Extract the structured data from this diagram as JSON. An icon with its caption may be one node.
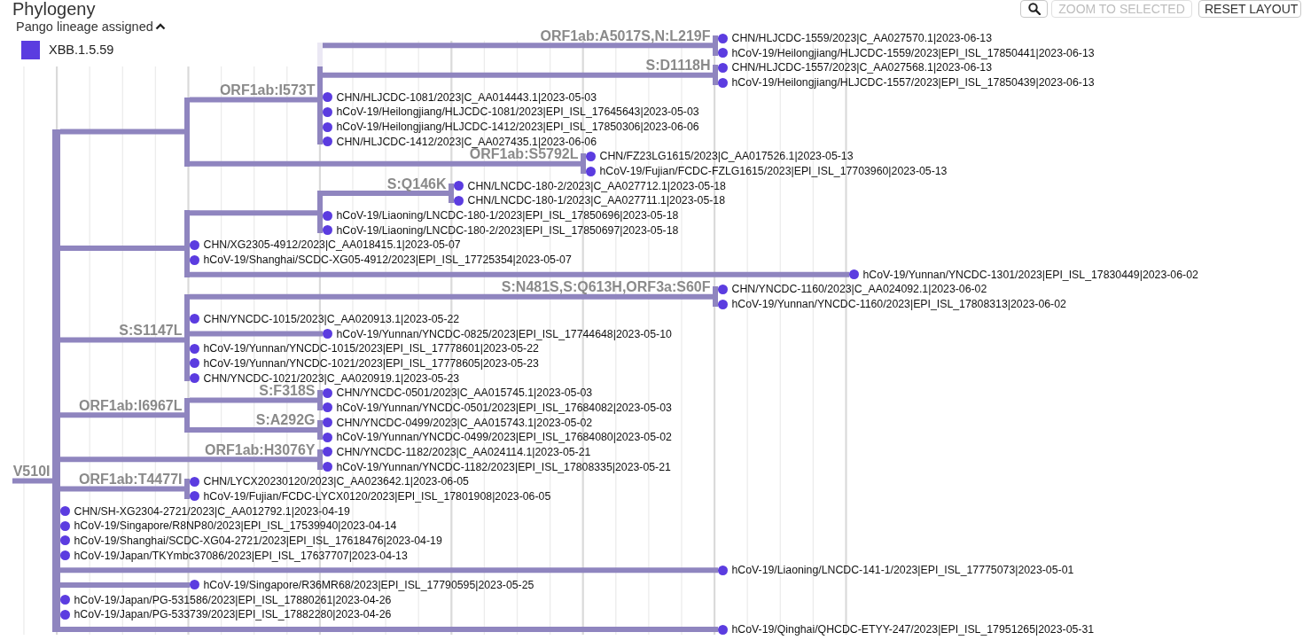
{
  "diagram": {
    "title": "Phylogeny",
    "nodes": [
      {
        "text": [],
        "shape": "bar"
      },
      {
        "text": [],
        "shape": "bar"
      },
      {
        "text": [],
        "shape": "bar"
      },
      {
        "text": [],
        "shape": "bar"
      },
      {
        "text": [
          "CHN/HLJCDC-1559/2023|C_AA027570.1|2023-06-13"
        ]
      },
      {
        "text": [
          "hCoV-19/Heilongjiang/HLJCDC-1559/2023|EPI_ISL_17850441|2023-06-13"
        ]
      },
      {
        "text": [],
        "shape": "bar"
      },
      {
        "text": [
          "CHN/HLJCDC-1557/2023|C_AA027568.1|2023-06-13"
        ]
      },
      {
        "text": [
          "hCoV-19/Heilongjiang/HLJCDC-1557/2023|EPI_ISL_17850439|2023-06-13"
        ]
      },
      {
        "text": [
          "CHN/HLJCDC-1081/2023|C_AA014443.1|2023-05-03"
        ]
      },
      {
        "text": [
          "hCoV-19/Heilongjiang/HLJCDC-1081/2023|EPI_ISL_17645643|2023-05-03"
        ]
      },
      {
        "text": [
          "hCoV-19/Heilongjiang/HLJCDC-1412/2023|EPI_ISL_17850306|2023-06-06"
        ]
      },
      {
        "text": [
          "CHN/HLJCDC-1412/2023|C_AA027435.1|2023-06-06"
        ]
      },
      {
        "text": [],
        "shape": "bar"
      },
      {
        "text": [
          "CHN/FZ23LG1615/2023|C_AA017526.1|2023-05-13"
        ]
      },
      {
        "text": [
          "hCoV-19/Fujian/FCDC-FZLG1615/2023|EPI_ISL_17703960|2023-05-13"
        ]
      },
      {
        "text": [],
        "shape": "bar"
      },
      {
        "text": [],
        "shape": "bar"
      },
      {
        "text": [],
        "shape": "bar"
      },
      {
        "text": [
          "CHN/LNCDC-180-2/2023|C_AA027712.1|2023-05-18"
        ]
      },
      {
        "text": [
          "CHN/LNCDC-180-1/2023|C_AA027711.1|2023-05-18"
        ]
      },
      {
        "text": [
          "hCoV-19/Liaoning/LNCDC-180-1/2023|EPI_ISL_17850696|2023-05-18"
        ]
      },
      {
        "text": [
          "hCoV-19/Liaoning/LNCDC-180-2/2023|EPI_ISL_17850697|2023-05-18"
        ]
      },
      {
        "text": [
          "CHN/XG2305-4912/2023|C_AA018415.1|2023-05-07"
        ]
      },
      {
        "text": [
          "hCoV-19/Shanghai/SCDC-XG05-4912/2023|EPI_ISL_17725354|2023-05-07"
        ]
      },
      {
        "text": [
          "hCoV-19/Yunnan/YNCDC-1301/2023|EPI_ISL_17830449|2023-06-02"
        ]
      },
      {
        "text": [],
        "shape": "bar"
      },
      {
        "text": [],
        "shape": "bar"
      },
      {
        "text": [
          "CHN/YNCDC-1160/2023|C_AA024092.1|2023-06-02"
        ]
      },
      {
        "text": [
          "hCoV-19/Yunnan/YNCDC-1160/2023|EPI_ISL_17808313|2023-06-02"
        ]
      },
      {
        "text": [
          "CHN/YNCDC-1015/2023|C_AA020913.1|2023-05-22"
        ]
      },
      {
        "text": [
          "hCoV-19/Yunnan/YNCDC-0825/2023|EPI_ISL_17744648|2023-05-10"
        ]
      },
      {
        "text": [
          "hCoV-19/Yunnan/YNCDC-1015/2023|EPI_ISL_17778601|2023-05-22"
        ]
      },
      {
        "text": [
          "hCoV-19/Yunnan/YNCDC-1021/2023|EPI_ISL_17778605|2023-05-23"
        ]
      },
      {
        "text": [
          "CHN/YNCDC-1021/2023|C_AA020919.1|2023-05-23"
        ]
      },
      {
        "text": [],
        "shape": "bar"
      },
      {
        "text": [],
        "shape": "bar"
      },
      {
        "text": [
          "CHN/YNCDC-0501/2023|C_AA015745.1|2023-05-03"
        ]
      },
      {
        "text": [
          "hCoV-19/Yunnan/YNCDC-0501/2023|EPI_ISL_17684082|2023-05-03"
        ]
      },
      {
        "text": [],
        "shape": "bar"
      },
      {
        "text": [
          "CHN/YNCDC-0499/2023|C_AA015743.1|2023-05-02"
        ]
      },
      {
        "text": [
          "hCoV-19/Yunnan/YNCDC-0499/2023|EPI_ISL_17684080|2023-05-02"
        ]
      },
      {
        "text": [],
        "shape": "bar"
      },
      {
        "text": [
          "CHN/YNCDC-1182/2023|C_AA024114.1|2023-05-21"
        ]
      },
      {
        "text": [
          "hCoV-19/Yunnan/YNCDC-1182/2023|EPI_ISL_17808335|2023-05-21"
        ]
      },
      {
        "text": [],
        "shape": "bar"
      },
      {
        "text": [
          "CHN/LYCX20230120/2023|C_AA023642.1|2023-06-05"
        ]
      },
      {
        "text": [
          "hCoV-19/Fujian/FCDC-LYCX0120/2023|EPI_ISL_17801908|2023-06-05"
        ]
      },
      {
        "text": [
          "CHN/SH-XG2304-2721/2023|C_AA012792.1|2023-04-19"
        ]
      },
      {
        "text": [
          "hCoV-19/Singapore/R8NP80/2023|EPI_ISL_17539940|2023-04-14"
        ]
      },
      {
        "text": [
          "hCoV-19/Shanghai/SCDC-XG04-2721/2023|EPI_ISL_17618476|2023-04-19"
        ]
      },
      {
        "text": [
          "hCoV-19/Japan/TKYmbc37086/2023|EPI_ISL_17637707|2023-04-13"
        ]
      },
      {
        "text": [
          "hCoV-19/Liaoning/LNCDC-141-1/2023|EPI_ISL_17775073|2023-05-01"
        ]
      },
      {
        "text": [
          "hCoV-19/Singapore/R36MR68/2023|EPI_ISL_17790595|2023-05-25"
        ]
      },
      {
        "text": [
          "hCoV-19/Japan/PG-531586/2023|EPI_ISL_17880261|2023-04-26"
        ]
      },
      {
        "text": [
          "hCoV-19/Japan/PG-533739/2023|EPI_ISL_17882280|2023-04-26"
        ]
      },
      {
        "text": [
          "hCoV-19/Qinghai/QHCDC-ETYY-247/2023|EPI_ISL_17951265|2023-05-31"
        ]
      }
    ],
    "edges": [
      {
        "from": null,
        "to": 0,
        "arrow": "none",
        "label": "V510I"
      },
      {
        "from": 0,
        "to": 1,
        "arrow": "none"
      },
      {
        "from": 1,
        "to": 2,
        "arrow": "none",
        "label": "ORF1ab:I573T"
      },
      {
        "from": 2,
        "to": 3,
        "arrow": "none",
        "label": "ORF1ab:A5017S,N:L219F"
      },
      {
        "from": 2,
        "to": 6,
        "arrow": "none",
        "label": "S:D1118H"
      },
      {
        "from": 1,
        "to": 13,
        "arrow": "none",
        "label": "ORF1ab:S5792L"
      },
      {
        "from": 0,
        "to": 16,
        "arrow": "none"
      },
      {
        "from": 16,
        "to": 17,
        "arrow": "none"
      },
      {
        "from": 17,
        "to": 18,
        "arrow": "none",
        "label": "S:Q146K"
      },
      {
        "from": 16,
        "to": 25,
        "arrow": "none"
      },
      {
        "from": 0,
        "to": 26,
        "arrow": "none",
        "label": "S:S1147L"
      },
      {
        "from": 26,
        "to": 27,
        "arrow": "none",
        "label": "S:N481S,S:Q613H,ORF3a:S60F"
      },
      {
        "from": 26,
        "to": 31,
        "arrow": "none"
      },
      {
        "from": 0,
        "to": 35,
        "arrow": "none",
        "label": "ORF1ab:I6967L"
      },
      {
        "from": 35,
        "to": 36,
        "arrow": "none",
        "label": "S:F318S"
      },
      {
        "from": 35,
        "to": 39,
        "arrow": "none",
        "label": "S:A292G"
      },
      {
        "from": 0,
        "to": 42,
        "arrow": "none",
        "label": "ORF1ab:H3076Y"
      },
      {
        "from": 0,
        "to": 45,
        "arrow": "none",
        "label": "ORF1ab:T4477I"
      },
      {
        "from": 0,
        "to": 52,
        "arrow": "none"
      },
      {
        "from": 0,
        "to": 53,
        "arrow": "none"
      },
      {
        "from": 0,
        "to": 56,
        "arrow": "none"
      }
    ],
    "labels": [
      "ZOOM TO SELECTED",
      "RESET LAYOUT",
      "Pango lineage assigned"
    ],
    "legend": [
      {
        "text": "XBB.1.5.59",
        "color": "#5b3ce0"
      }
    ]
  }
}
